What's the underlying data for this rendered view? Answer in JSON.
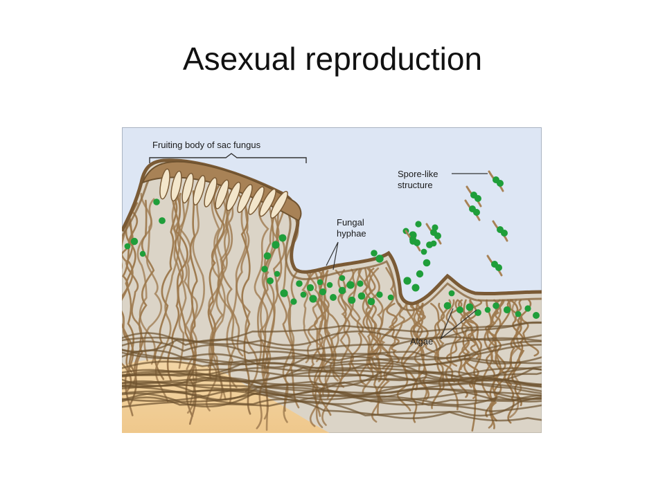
{
  "slide": {
    "title": "Asexual reproduction"
  },
  "diagram": {
    "labels": {
      "fruiting_body": "Fruiting body of sac fungus",
      "spore_line1": "Spore-like",
      "spore_line2": "structure",
      "hyphae_line1": "Fungal",
      "hyphae_line2": "hyphae",
      "algae": "Algae"
    },
    "colors": {
      "sky": "#dde6f4",
      "border": "#a9b3c2",
      "hyphae": "#9e7a4f",
      "hyphae_dark": "#6e522f",
      "algae": "#1f9e3a",
      "rock": "#f0cf9a",
      "ascus": "#f3e6cb"
    }
  }
}
